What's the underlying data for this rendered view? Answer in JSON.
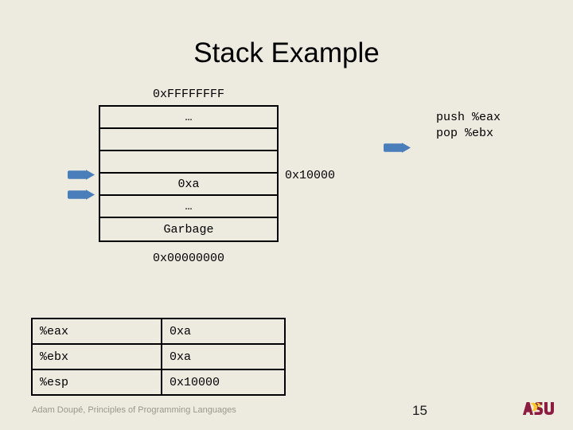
{
  "slide": {
    "title": "Stack Example",
    "background_color": "#EDEAE0"
  },
  "stack": {
    "top_address_label": "0xFFFFFFFF",
    "bottom_address_label": "0x00000000",
    "mid_address_label": "0x10000",
    "cells": [
      {
        "text": "…"
      },
      {
        "text": ""
      },
      {
        "text": ""
      },
      {
        "text": "0xa"
      },
      {
        "text": "…"
      },
      {
        "text": "Garbage"
      }
    ]
  },
  "instructions": {
    "line1": "push %eax",
    "line2": "pop %ebx"
  },
  "arrows": {
    "color": "#4A7EBB",
    "stack_pointer_top": "arrow-right-icon",
    "stack_pointer_bottom": "arrow-right-icon",
    "instruction_pointer": "arrow-right-icon"
  },
  "registers": {
    "rows": [
      {
        "name": "%eax",
        "value": "0xa"
      },
      {
        "name": "%ebx",
        "value": "0xa"
      },
      {
        "name": "%esp",
        "value": "0x10000"
      }
    ]
  },
  "footer": {
    "credit": "Adam Doupé, Principles of Programming Languages",
    "page_number": "15",
    "logo_text": "ASU",
    "logo_maroon": "#8C1D40",
    "logo_gold": "#FFC627"
  }
}
